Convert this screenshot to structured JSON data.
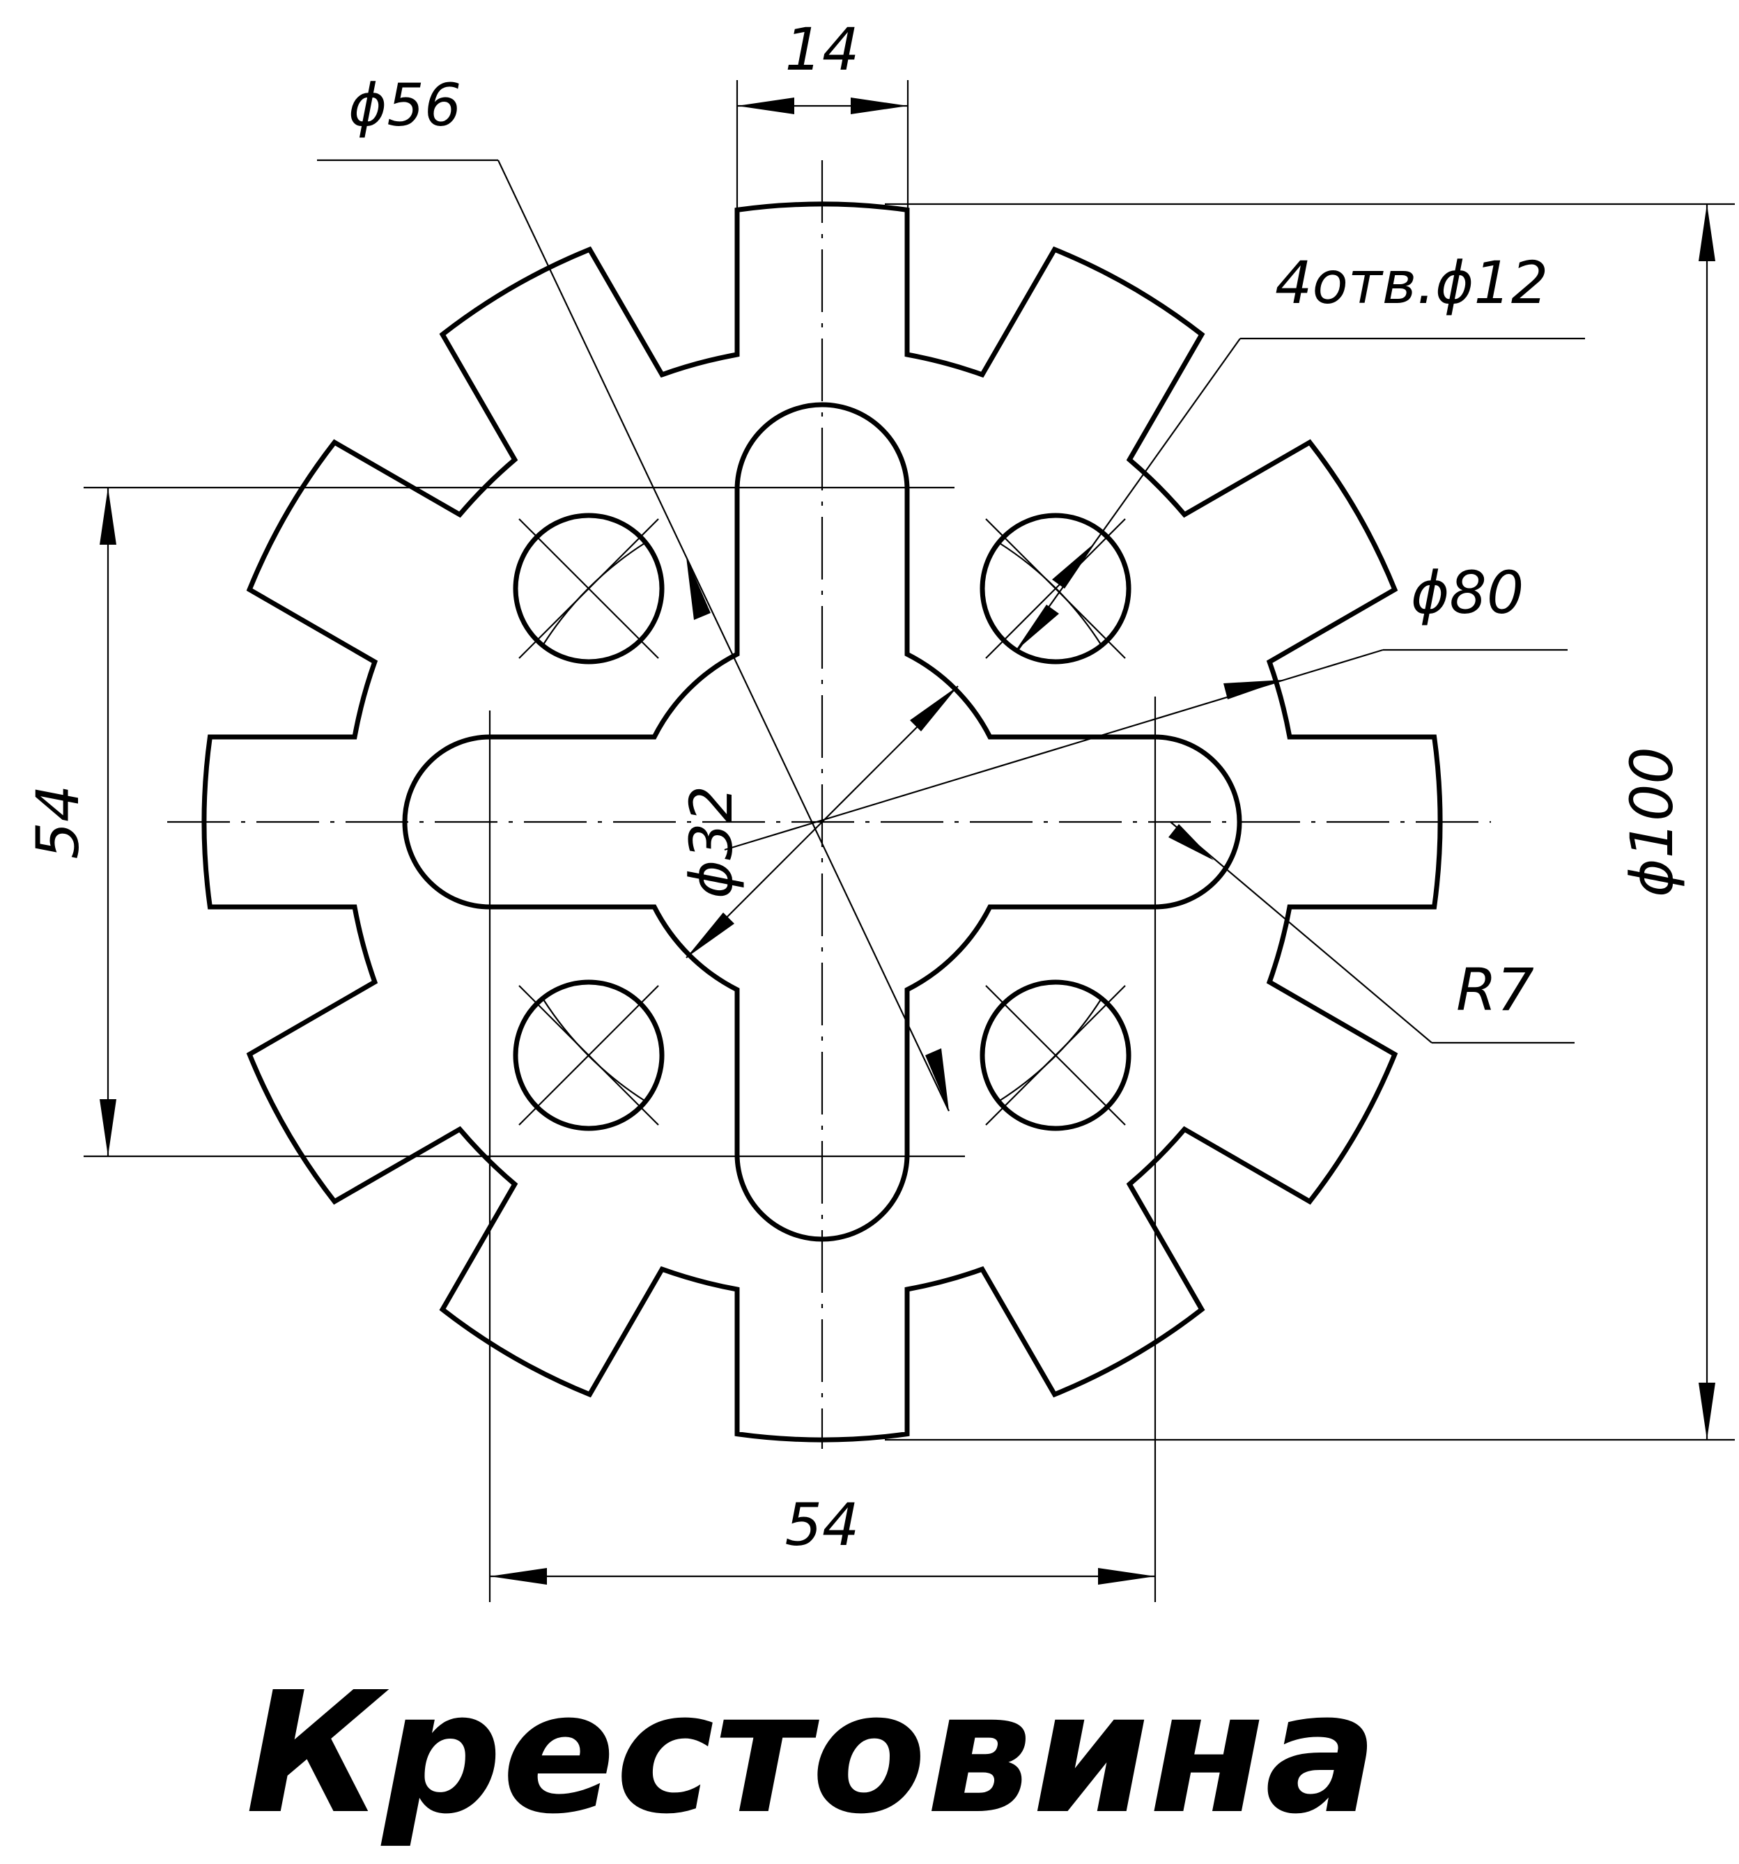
{
  "title": "Крестовина",
  "dimensions": {
    "slot_width": "14",
    "inner_diameter": "ϕ56",
    "holes": "4отв.ϕ12",
    "pitch_diameter": "ϕ80",
    "outer_diameter": "ϕ100",
    "center_diameter": "ϕ32",
    "slot_radius": "R7",
    "vertical_span": "54",
    "horizontal_span": "54"
  },
  "colors": {
    "line": "#000000",
    "background": "#ffffff"
  }
}
